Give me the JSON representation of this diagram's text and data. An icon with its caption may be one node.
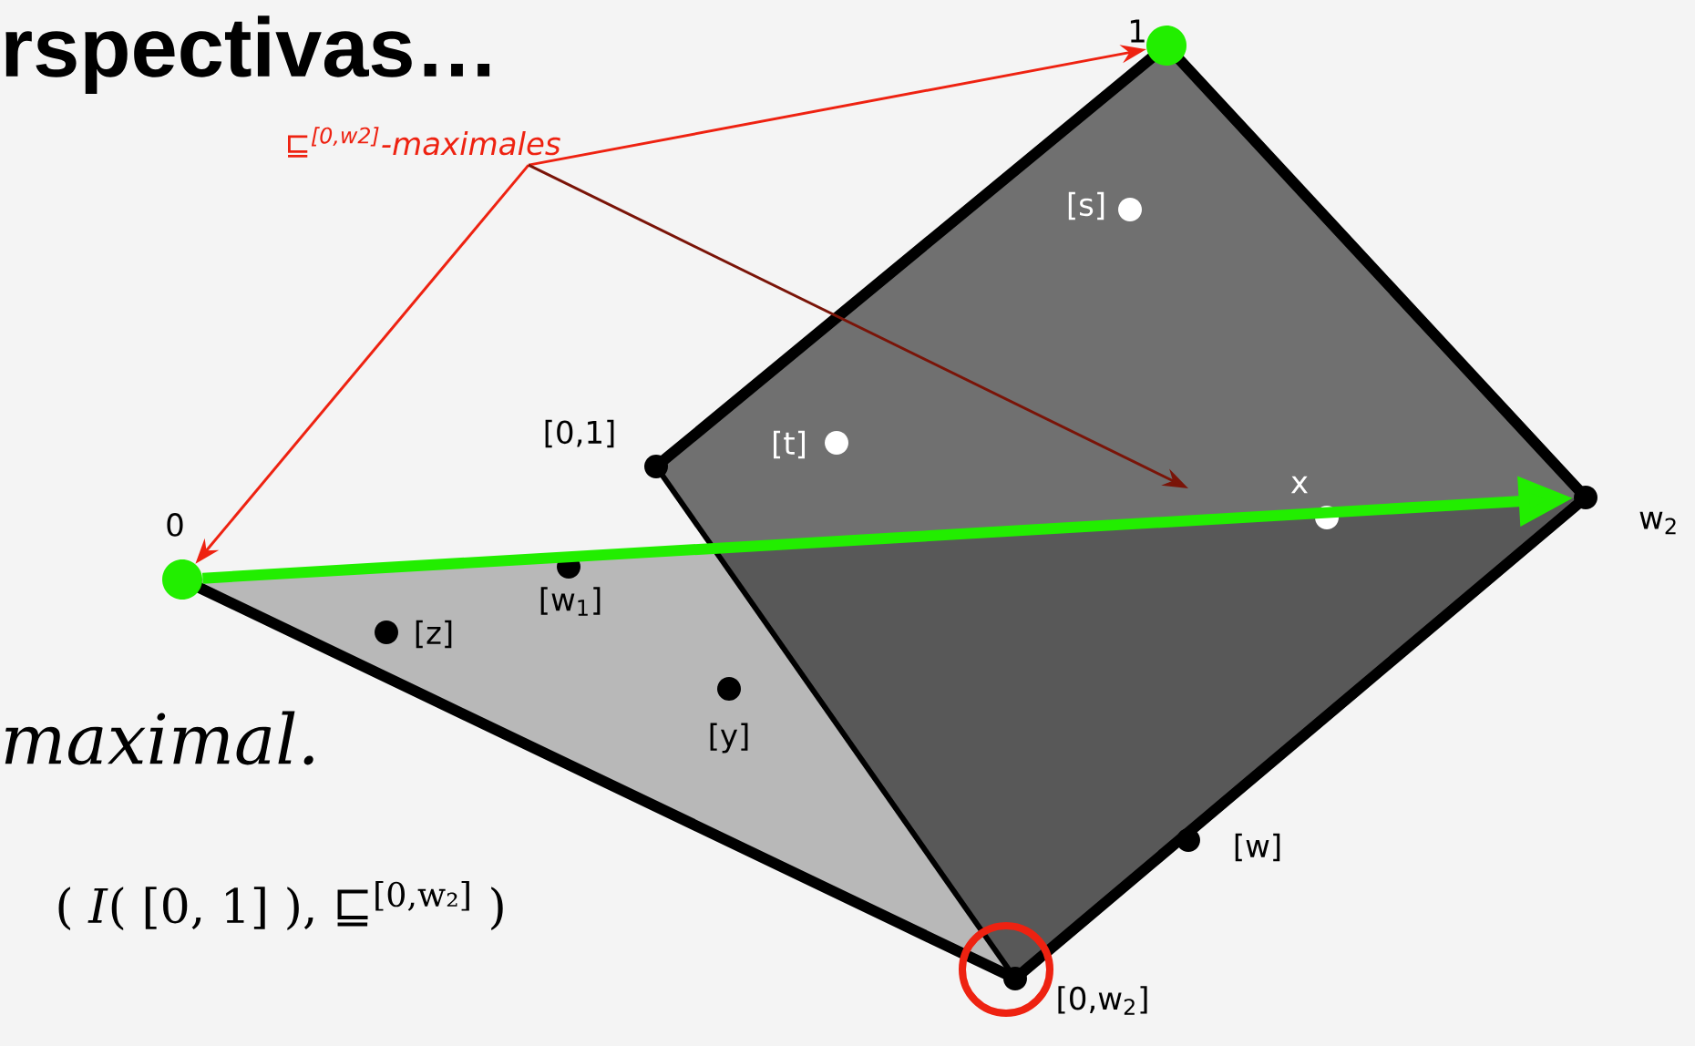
{
  "diagram": {
    "nodes": [
      {
        "text": [
          "⊑$^{[0,w2]}$-maximales"
        ]
      },
      {
        "text": [
          "1"
        ]
      },
      {
        "text": [
          "0"
        ]
      },
      {
        "text": [
          "w$_{2}$"
        ]
      },
      {
        "text": [
          "[0,1]"
        ]
      },
      {
        "text": [
          "[0,w$_{2}$]"
        ]
      },
      {
        "text": [
          "[s]"
        ]
      },
      {
        "text": [
          "[t]"
        ]
      },
      {
        "text": [
          "x"
        ]
      },
      {
        "text": [
          "[w$_{1}$]"
        ]
      },
      {
        "text": [
          "[z]"
        ]
      },
      {
        "text": [
          "[y]"
        ]
      },
      {
        "text": [
          "[w]"
        ]
      }
    ],
    "edges": [
      {
        "from": 0,
        "to": 1,
        "arrow": "to"
      },
      {
        "from": 0,
        "to": 2,
        "arrow": "to"
      },
      {
        "from": 0,
        "to": null,
        "arrow": "to",
        "color": "#7a1408"
      },
      {
        "from": 2,
        "to": 3,
        "arrow": "to",
        "style": "thick",
        "color": "#22ee00"
      }
    ],
    "labels": [
      "rspectivas…",
      "maximal.",
      "( *I*( [0, 1] ), ⊑$^{[0,w₂]}$ )"
    ]
  }
}
